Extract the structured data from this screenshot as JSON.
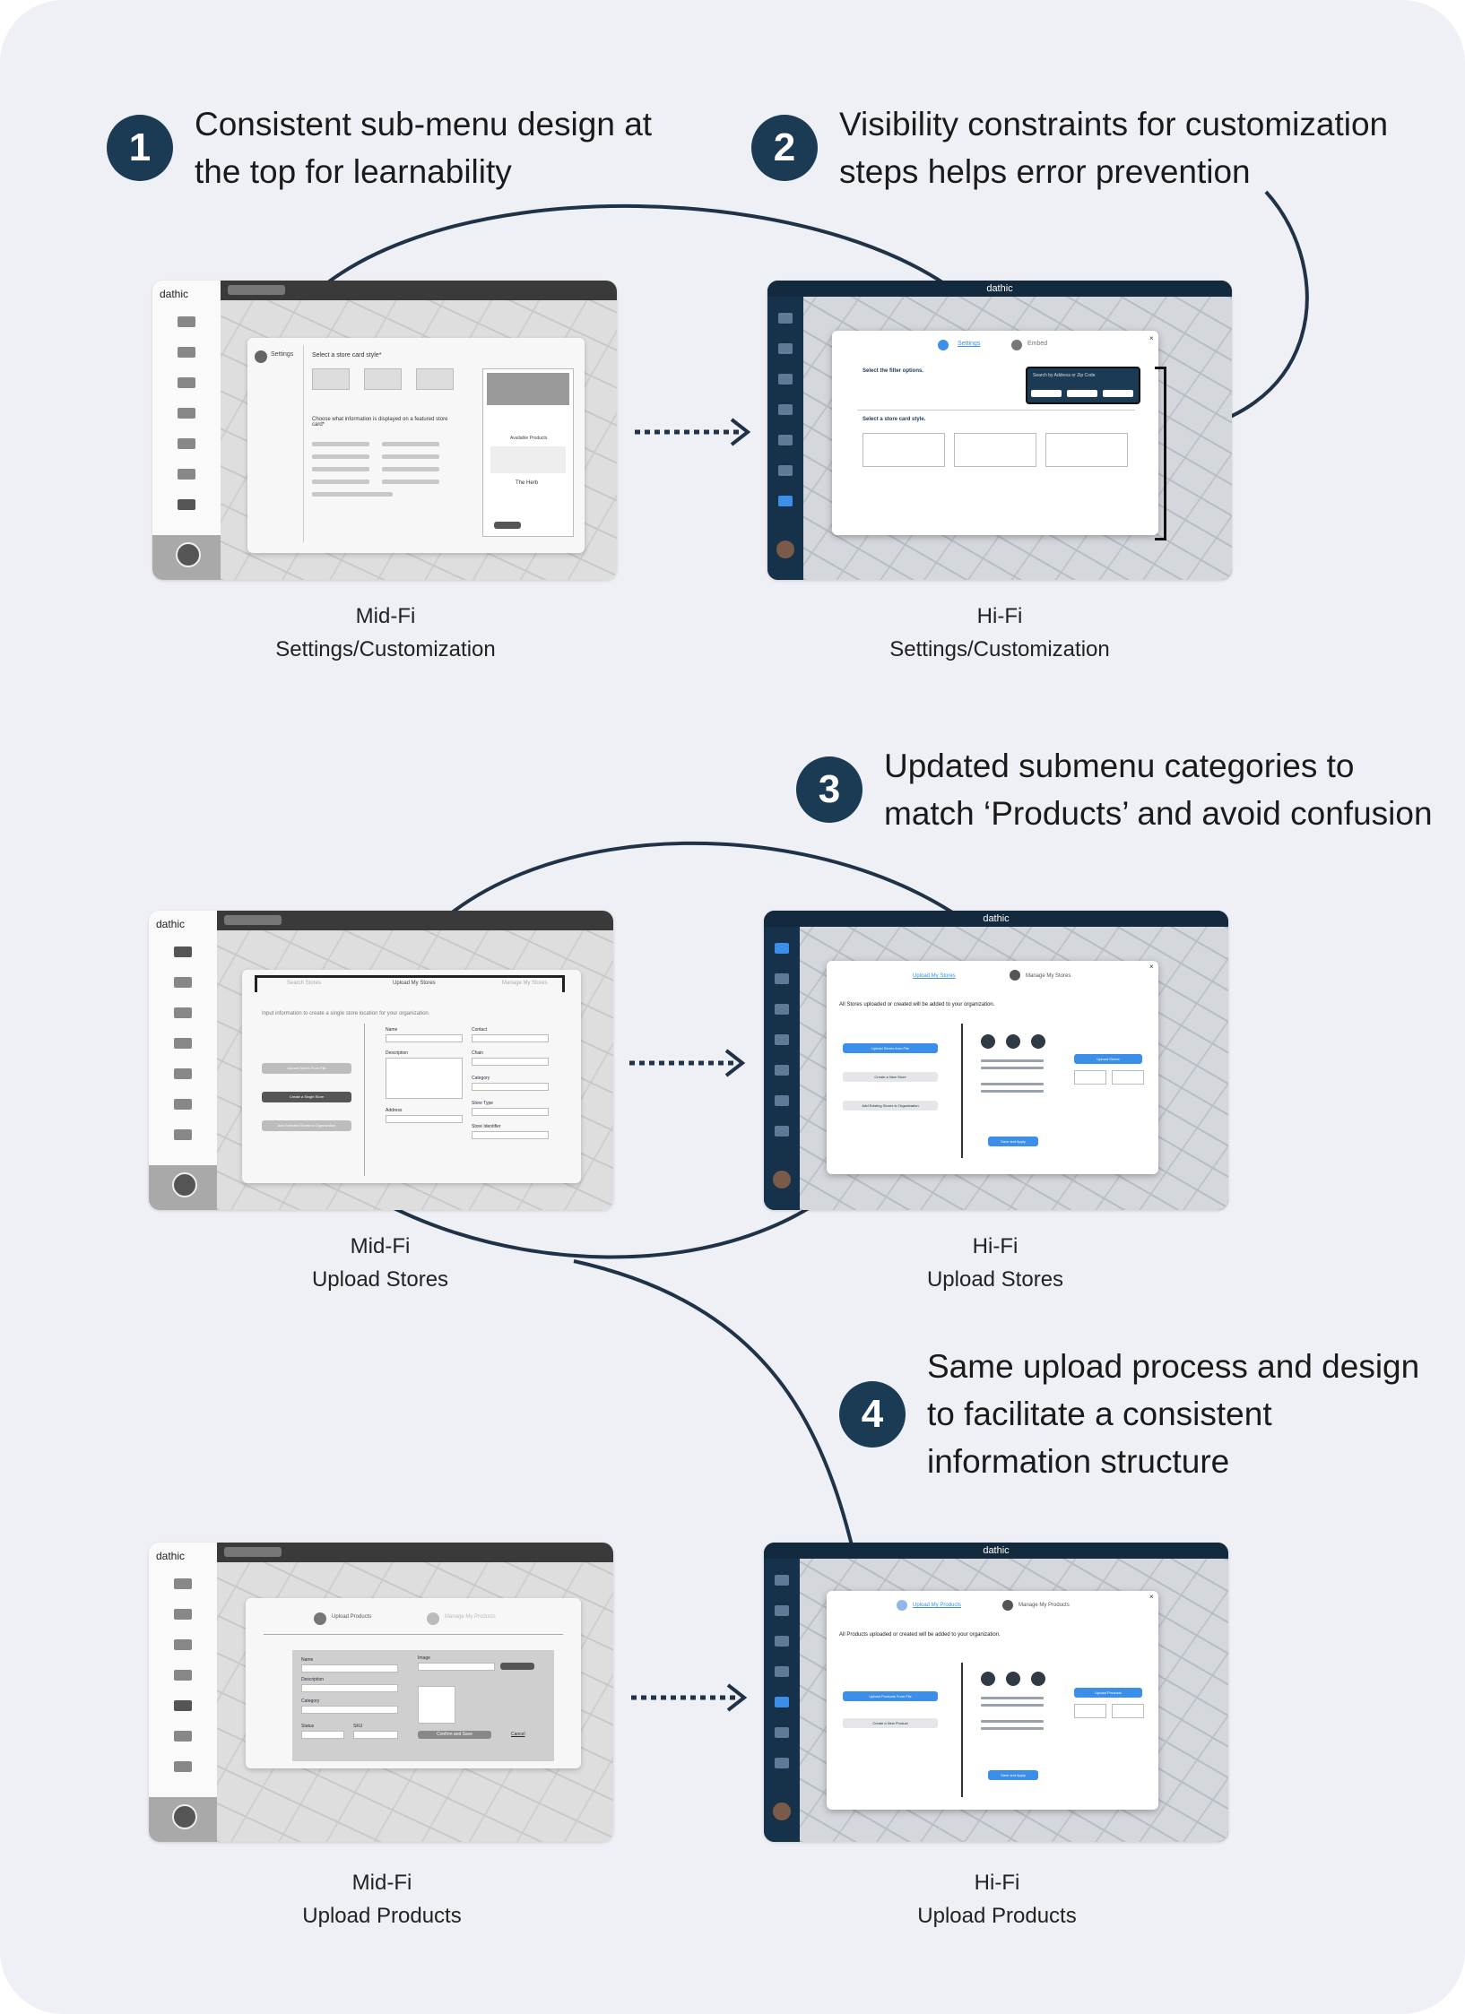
{
  "callouts": [
    {
      "number": "1",
      "line1": "Consistent sub-menu design at",
      "line2": "the top for learnability"
    },
    {
      "number": "2",
      "line1": "Visibility constraints for customization",
      "line2": "steps helps error prevention"
    },
    {
      "number": "3",
      "line1": "Updated submenu categories to",
      "line2": "match ‘Products’ and avoid confusion"
    },
    {
      "number": "4",
      "line1": "Same upload process and design",
      "line2": "to facilitate a consistent",
      "line3": "information structure"
    }
  ],
  "captions": {
    "settings_mid": {
      "line1": "Mid-Fi",
      "line2": "Settings/Customization"
    },
    "settings_hi": {
      "line1": "Hi-Fi",
      "line2": "Settings/Customization"
    },
    "stores_mid": {
      "line1": "Mid-Fi",
      "line2": "Upload Stores"
    },
    "stores_hi": {
      "line1": "Hi-Fi",
      "line2": "Upload Stores"
    },
    "products_mid": {
      "line1": "Mid-Fi",
      "line2": "Upload Products"
    },
    "products_hi": {
      "line1": "Hi-Fi",
      "line2": "Upload Products"
    }
  },
  "screens": {
    "brand": "dathic",
    "settings_mid": {
      "tab1": "Settings",
      "heading": "Select a store card style*",
      "question": "Choose what information is displayed on a featured store card*",
      "card_title": "Available Products",
      "card_store": "The Herb"
    },
    "settings_hi": {
      "tab1": "Settings",
      "tab2": "Embed",
      "heading1": "Select the filter options.",
      "heading2": "Select a store card style.",
      "search_placeholder": "Search by Address or Zip Code"
    },
    "stores_mid": {
      "tab1": "Search Stores",
      "tab2": "Upload My Stores",
      "tab3": "Manage My Stores",
      "instruction": "Input information to create a single store location for your organization.",
      "btn1": "Upload Stores From File",
      "btn2": "Create a Single Store",
      "btn3": "Add Selected Stores to Organization",
      "field1": "Name",
      "field2": "Contact",
      "field3": "Description",
      "field4": "Chain",
      "field5": "Category",
      "field6": "Address",
      "field7": "Store Type",
      "field8": "Store Identifier"
    },
    "stores_hi": {
      "tab1": "Upload My Stores",
      "tab2": "Manage My Stores",
      "note": "All Stores uploaded or created will be added to your organization.",
      "btn1": "Upload Stores from File",
      "btn2": "Create a New Store",
      "btn3": "Add Existing Stores to Organization",
      "upload_btn": "Upload Stores",
      "save_btn": "Save and Apply"
    },
    "products_mid": {
      "tab1": "Upload Products",
      "tab2": "Manage My Products",
      "field1": "Name",
      "field2": "Image",
      "field3": "Description",
      "field4": "Category",
      "field5": "Status",
      "field6": "SKU",
      "confirm": "Confirm and Save",
      "cancel": "Cancel"
    },
    "products_hi": {
      "tab1": "Upload My Products",
      "tab2": "Manage My Products",
      "note": "All Products uploaded or created will be added to your organization.",
      "btn1": "Upload Products From File",
      "btn2": "Create a New Product",
      "upload_btn": "Upload Products",
      "save_btn": "Save and Apply"
    }
  },
  "colors": {
    "accent": "#1b3a54",
    "hifi_blue": "#3b8fe8",
    "background": "#eef0f5"
  }
}
